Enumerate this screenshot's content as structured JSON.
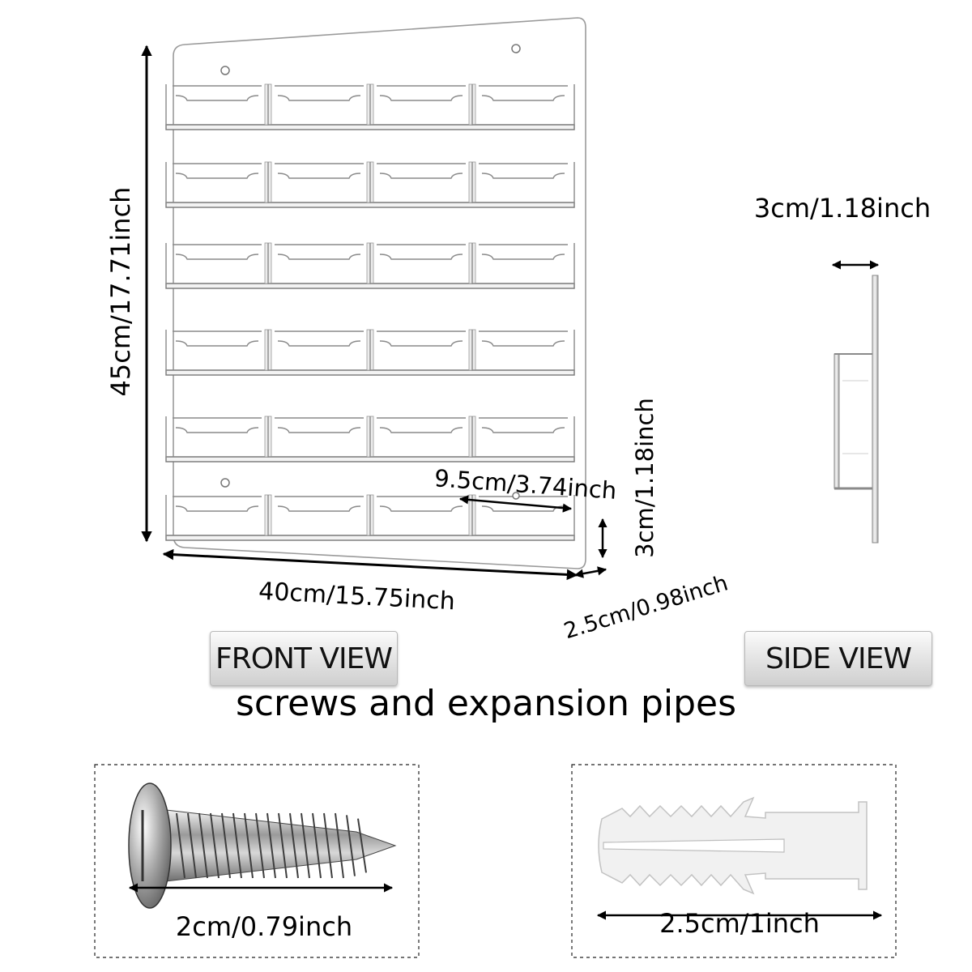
{
  "dimensions": {
    "height": "45cm/17.71inch",
    "width": "40cm/15.75inch",
    "pocket_width": "9.5cm/3.74inch",
    "pocket_height": "3cm/1.18inch",
    "depth": "2.5cm/0.98inch",
    "side_depth": "3cm/1.18inch"
  },
  "views": {
    "front_label": "FRONT VIEW",
    "side_label": "SIDE VIEW"
  },
  "accessories": {
    "heading": "screws and expansion pipes",
    "screw_length": "2cm/0.79inch",
    "anchor_length": "2.5cm/1inch"
  },
  "layout_info": {
    "rows": 6,
    "pockets_per_row": 4
  }
}
